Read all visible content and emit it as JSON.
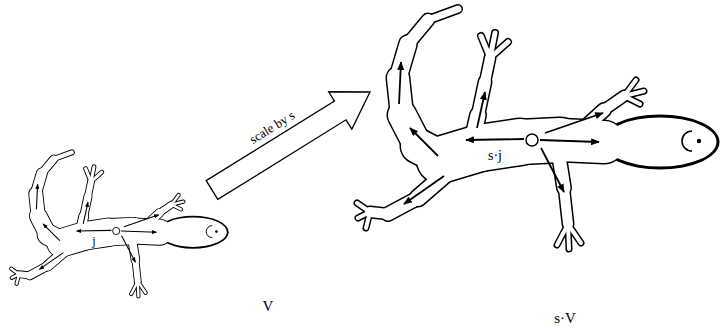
{
  "diagram": {
    "labels": [
      "j",
      "scale by s",
      "V",
      "s·j",
      "s·V"
    ]
  }
}
